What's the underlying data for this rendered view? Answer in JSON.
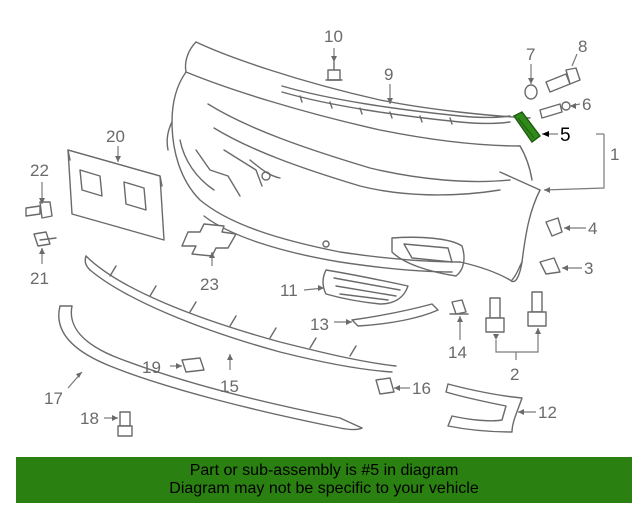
{
  "diagram": {
    "highlight_color": "#2f8a1a",
    "callouts": {
      "c1": "1",
      "c2": "2",
      "c3": "3",
      "c4": "4",
      "c5": "5",
      "c6": "6",
      "c7": "7",
      "c8": "8",
      "c9": "9",
      "c10": "10",
      "c11": "11",
      "c12": "12",
      "c13": "13",
      "c14": "14",
      "c15": "15",
      "c16": "16",
      "c17": "17",
      "c18": "18",
      "c19": "19",
      "c20": "20",
      "c21": "21",
      "c22": "22",
      "c23": "23"
    }
  },
  "banner": {
    "line1": "Part or sub-assembly is #5 in diagram",
    "line2": "Diagram may not be specific to your vehicle",
    "background": "#2a8010"
  }
}
